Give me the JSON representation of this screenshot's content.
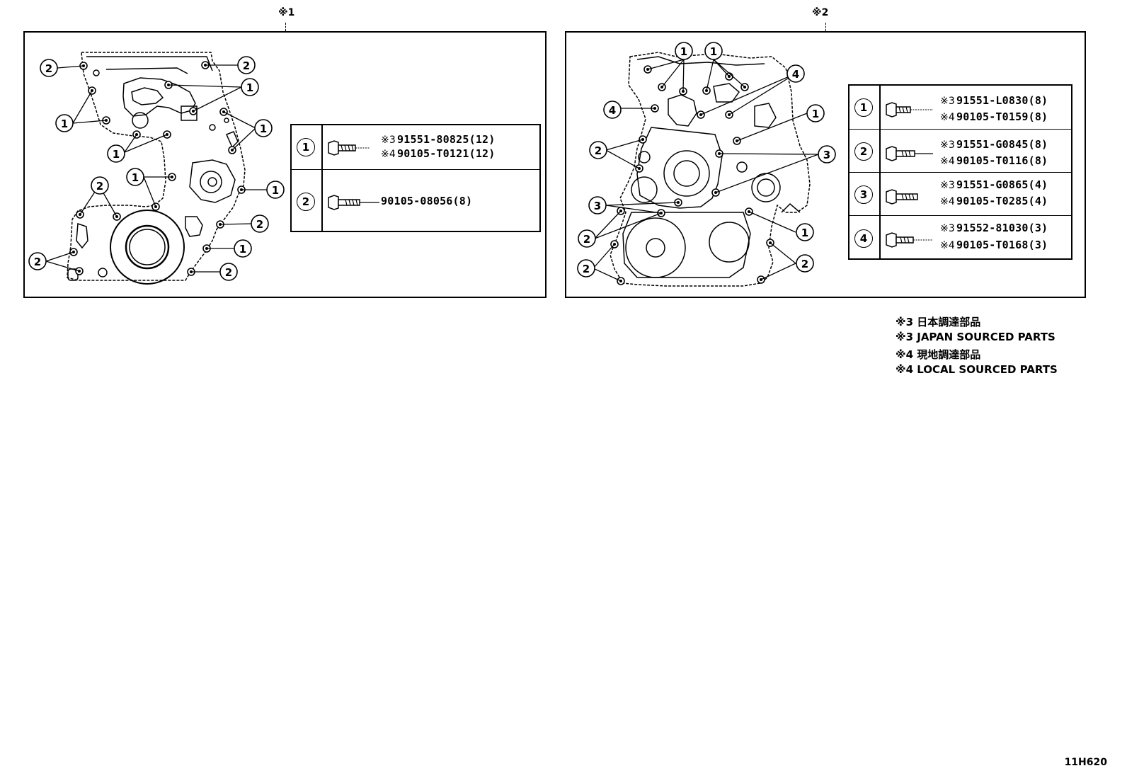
{
  "panels": [
    {
      "mark": "※1",
      "parts": [
        {
          "key": "1",
          "lines": [
            {
              "m": "※3",
              "pn": "91551-80825(12)"
            },
            {
              "m": "※4",
              "pn": "90105-T0121(12)"
            }
          ]
        },
        {
          "key": "2",
          "lines": [
            {
              "m": "",
              "pn": "90105-08056(8)"
            }
          ]
        }
      ]
    },
    {
      "mark": "※2",
      "parts": [
        {
          "key": "1",
          "lines": [
            {
              "m": "※3",
              "pn": "91551-L0830(8)"
            },
            {
              "m": "※4",
              "pn": "90105-T0159(8)"
            }
          ]
        },
        {
          "key": "2",
          "lines": [
            {
              "m": "※3",
              "pn": "91551-G0845(8)"
            },
            {
              "m": "※4",
              "pn": "90105-T0116(8)"
            }
          ]
        },
        {
          "key": "3",
          "lines": [
            {
              "m": "※3",
              "pn": "91551-G0865(4)"
            },
            {
              "m": "※4",
              "pn": "90105-T0285(4)"
            }
          ]
        },
        {
          "key": "4",
          "lines": [
            {
              "m": "※3",
              "pn": "91552-81030(3)"
            },
            {
              "m": "※4",
              "pn": "90105-T0168(3)"
            }
          ]
        }
      ]
    }
  ],
  "notes": [
    "※3 日本調達部品",
    "※3 JAPAN SOURCED PARTS",
    "※4 現地調達部品",
    "※4 LOCAL SOURCED PARTS"
  ],
  "diagram_id": "11H620",
  "callout_numbers": [
    "1",
    "2",
    "3",
    "4"
  ]
}
